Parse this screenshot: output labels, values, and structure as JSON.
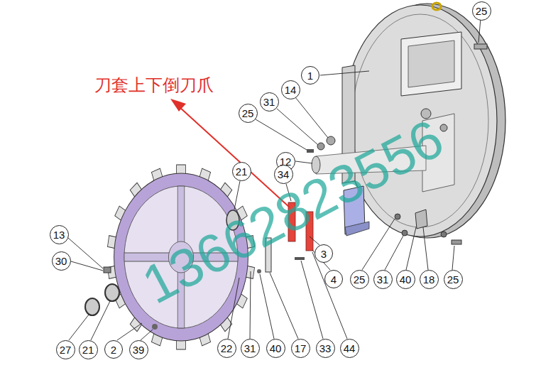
{
  "diagram": {
    "nodes": [
      {
        "text": [
          "25"
        ]
      },
      {
        "text": [
          "1"
        ]
      },
      {
        "text": [
          "14"
        ]
      },
      {
        "text": [
          "31"
        ]
      },
      {
        "text": [
          "25"
        ]
      },
      {
        "text": [
          "12"
        ]
      },
      {
        "text": [
          "21"
        ]
      },
      {
        "text": [
          "34"
        ]
      },
      {
        "text": [
          "13"
        ]
      },
      {
        "text": [
          "3"
        ]
      },
      {
        "text": [
          "30"
        ]
      },
      {
        "text": [
          "4"
        ]
      },
      {
        "text": [
          "25"
        ]
      },
      {
        "text": [
          "31"
        ]
      },
      {
        "text": [
          "40"
        ]
      },
      {
        "text": [
          "18"
        ]
      },
      {
        "text": [
          "25"
        ]
      },
      {
        "text": [
          "27"
        ]
      },
      {
        "text": [
          "21"
        ]
      },
      {
        "text": [
          "2"
        ]
      },
      {
        "text": [
          "39"
        ]
      },
      {
        "text": [
          "22"
        ]
      },
      {
        "text": [
          "31"
        ]
      },
      {
        "text": [
          "40"
        ]
      },
      {
        "text": [
          "17"
        ]
      },
      {
        "text": [
          "33"
        ]
      },
      {
        "text": [
          "44"
        ]
      }
    ],
    "labels": [
      "刀套上下倒刀爪",
      "13662823556"
    ]
  }
}
